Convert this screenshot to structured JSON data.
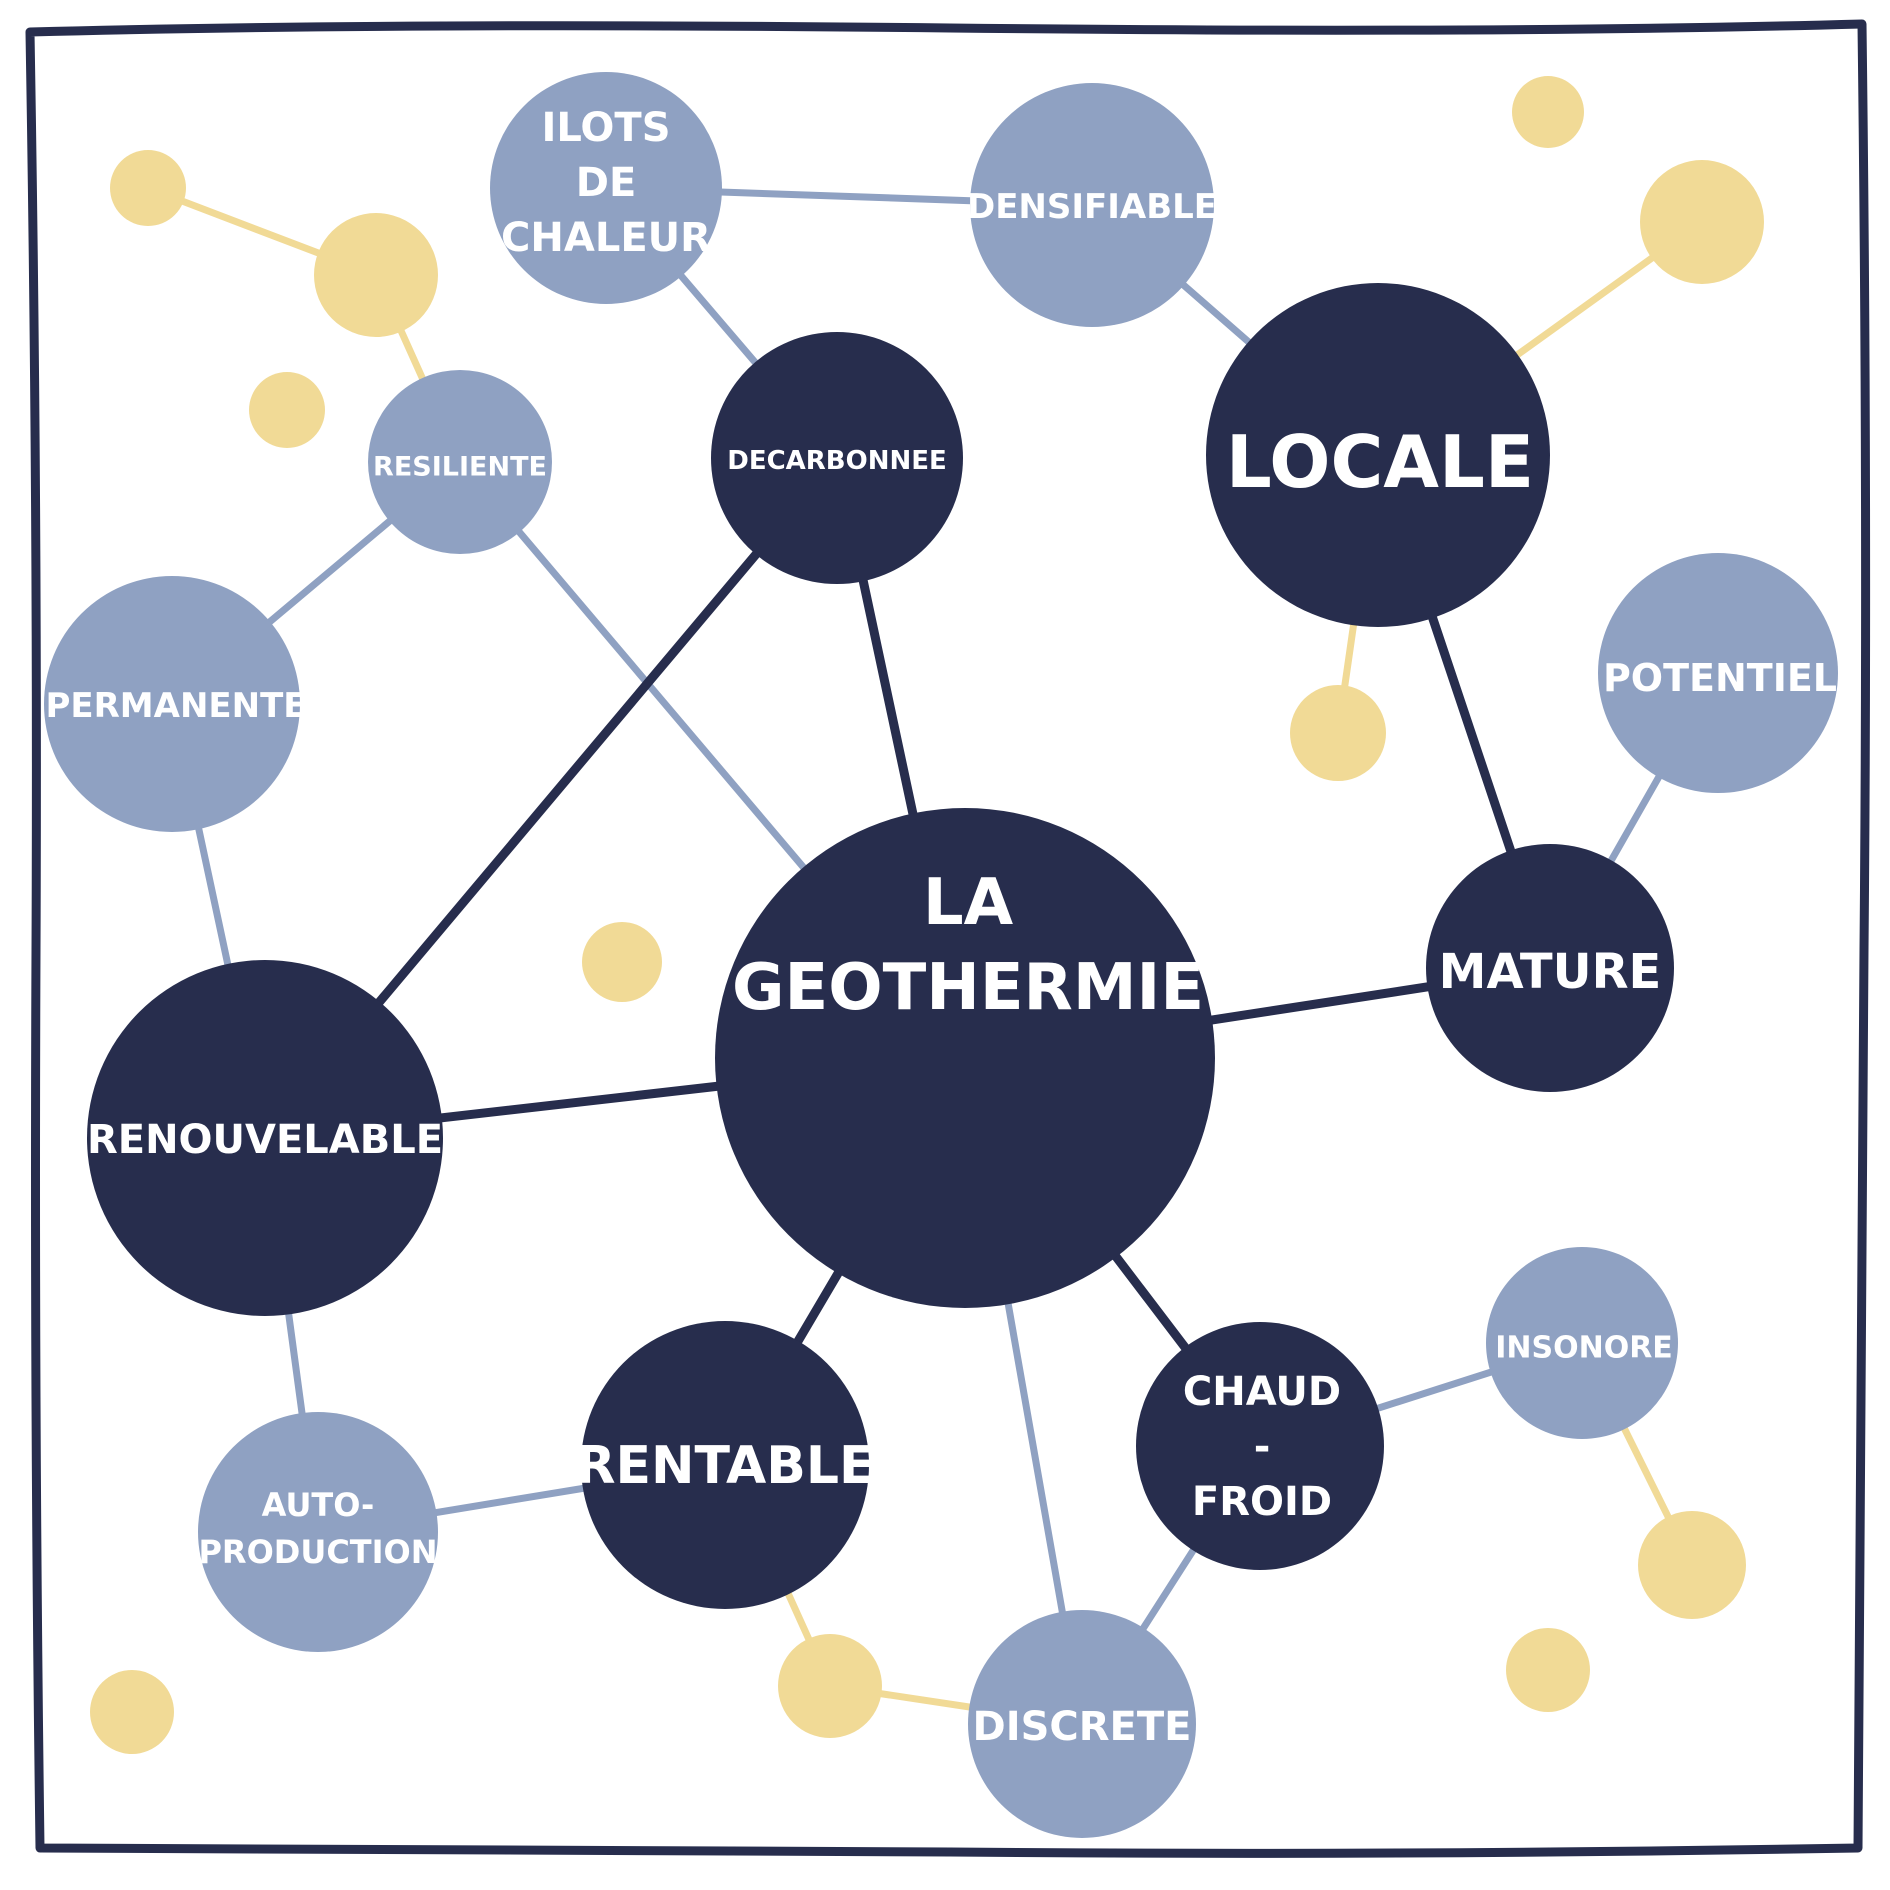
{
  "nodes": {
    "la_geothermie": [
      "LA",
      "GEOTHERMIE"
    ],
    "locale": "LOCALE",
    "decarbonnee": "DECARBONNEE",
    "renouvelable": "RENOUVELABLE",
    "mature": "MATURE",
    "rentable": "RENTABLE",
    "chaud_froid": [
      "CHAUD",
      "-",
      "FROID"
    ],
    "ilots_de_chaleur": [
      "ILOTS",
      "DE",
      "CHALEUR"
    ],
    "densifiable": "DENSIFIABLE",
    "resiliente": "RESILIENTE",
    "permanente": "PERMANENTE",
    "potentiel": "POTENTIEL",
    "insonore": "INSONORE",
    "auto_production": [
      "AUTO-",
      "PRODUCTION"
    ],
    "discrete": "DISCRETE"
  },
  "colors": {
    "dark_node": "#272d4d",
    "light_node": "#8fa1c2",
    "accent_dot": "#f1da96",
    "frame": "#272d4d",
    "label_text": "#ffffff"
  }
}
